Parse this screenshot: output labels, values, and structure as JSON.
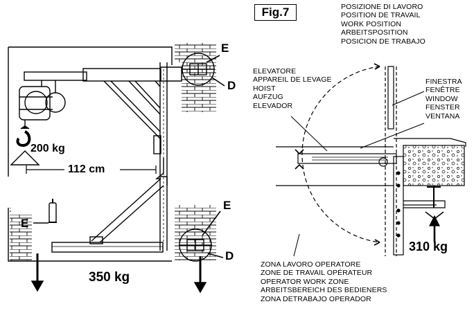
{
  "figure_label": "Fig.7",
  "left": {
    "load_capacity": "200 kg",
    "reach": "112 cm",
    "reaction_load": "350 kg",
    "marker_e_top": "E",
    "marker_d_top": "D",
    "marker_e_bottom": "E",
    "marker_d_bottom": "D",
    "marker_e_bracket": "E"
  },
  "right": {
    "work_position": [
      "POSIZIONE DI LAVORO",
      "POSITION DE TRAVAIL",
      "WORK POSITION",
      "ARBEITSPOSITION",
      "POSICION DE TRABAJO"
    ],
    "hoist": [
      "ELEVATORE",
      "APPAREIL DE LEVAGE",
      "HOIST",
      "AUFZUG",
      "ELEVADOR"
    ],
    "window": [
      "FINESTRA",
      "FENÊTRE",
      "WINDOW",
      "FENSTER",
      "VENTANA"
    ],
    "operator_zone": [
      "ZONA LAVORO OPERATORE",
      "ZONE DE TRAVAIL OPÉRATEUR",
      "OPERATOR WORK ZONE",
      "ARBEITSBEREICH DES BEDIENERS",
      "ZONA DETRABAJO OPERADOR"
    ],
    "clamp_load": "310 kg"
  }
}
